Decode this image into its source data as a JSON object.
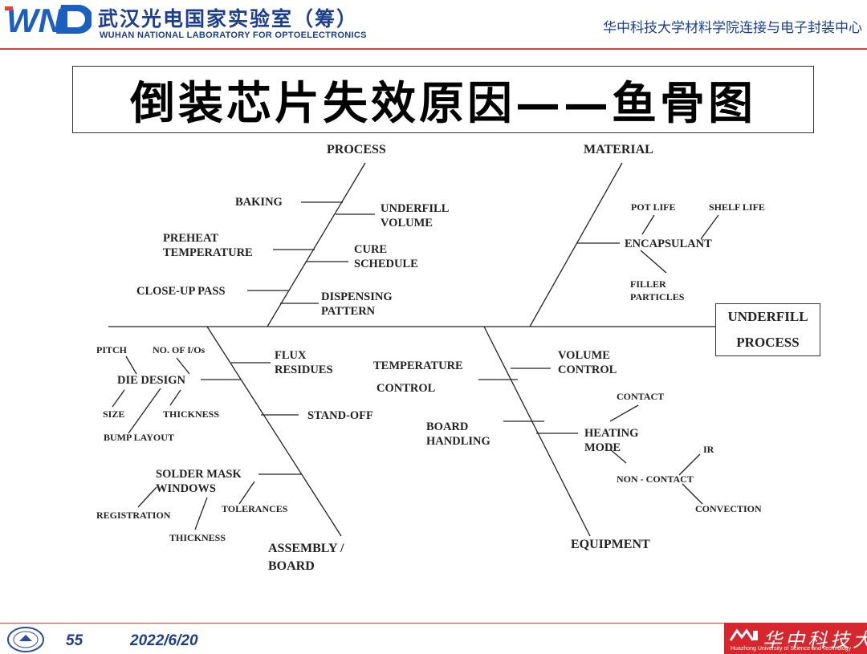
{
  "header": {
    "lab_name_cn": "武汉光电国家实验室（筹）",
    "lab_name_en": "WUHAN NATIONAL LABORATORY FOR OPTOELECTRONICS",
    "organization": "华中科技大学材料学院连接与电子封装中心"
  },
  "title": "倒装芯片失效原因——鱼骨图",
  "diagram": {
    "effect": [
      "UNDERFILL",
      "PROCESS"
    ],
    "categories": {
      "process": "PROCESS",
      "material": "MATERIAL",
      "assembly": [
        "ASSEMBLY /",
        "BOARD"
      ],
      "equipment": "EQUIPMENT"
    },
    "causes": {
      "baking": "BAKING",
      "underfill_volume": [
        "UNDERFILL",
        "VOLUME"
      ],
      "preheat_temperature": [
        "PREHEAT",
        "TEMPERATURE"
      ],
      "cure_schedule": [
        "CURE",
        "SCHEDULE"
      ],
      "close_up_pass": "CLOSE-UP PASS",
      "dispensing_pattern": [
        "DISPENSING",
        "PATTERN"
      ],
      "pot_life": "POT LIFE",
      "shelf_life": "SHELF LIFE",
      "encapsulant": "ENCAPSULANT",
      "filler_particles": [
        "FILLER",
        "PARTICLES"
      ],
      "pitch": "PITCH",
      "no_of_ios": "NO. OF I/Os",
      "die_design": "DIE DESIGN",
      "size": "SIZE",
      "thickness_die": "THICKNESS",
      "bump_layout": "BUMP LAYOUT",
      "flux_residues": [
        "FLUX",
        "RESIDUES"
      ],
      "stand_off": "STAND-OFF",
      "solder_mask_windows": [
        "SOLDER MASK",
        "WINDOWS"
      ],
      "registration": "REGISTRATION",
      "tolerances": "TOLERANCES",
      "thickness_mask": "THICKNESS",
      "temperature_control": [
        "TEMPERATURE",
        "CONTROL"
      ],
      "board_handling": [
        "BOARD",
        "HANDLING"
      ],
      "volume_control": [
        "VOLUME",
        "CONTROL"
      ],
      "contact": "CONTACT",
      "heating_mode": [
        "HEATING",
        "MODE"
      ],
      "ir": "IR",
      "non_contact": "NON - CONTACT",
      "convection": "CONVECTION"
    }
  },
  "footer": {
    "page": "55",
    "date": "2022/6/20",
    "university_cn": "华中科技大学",
    "university_en": "Huazhong University of Science and Technology"
  },
  "colors": {
    "accent_red": "#e0403a",
    "brand_blue": "#1d3f8f",
    "badge_red": "#d6262e"
  }
}
